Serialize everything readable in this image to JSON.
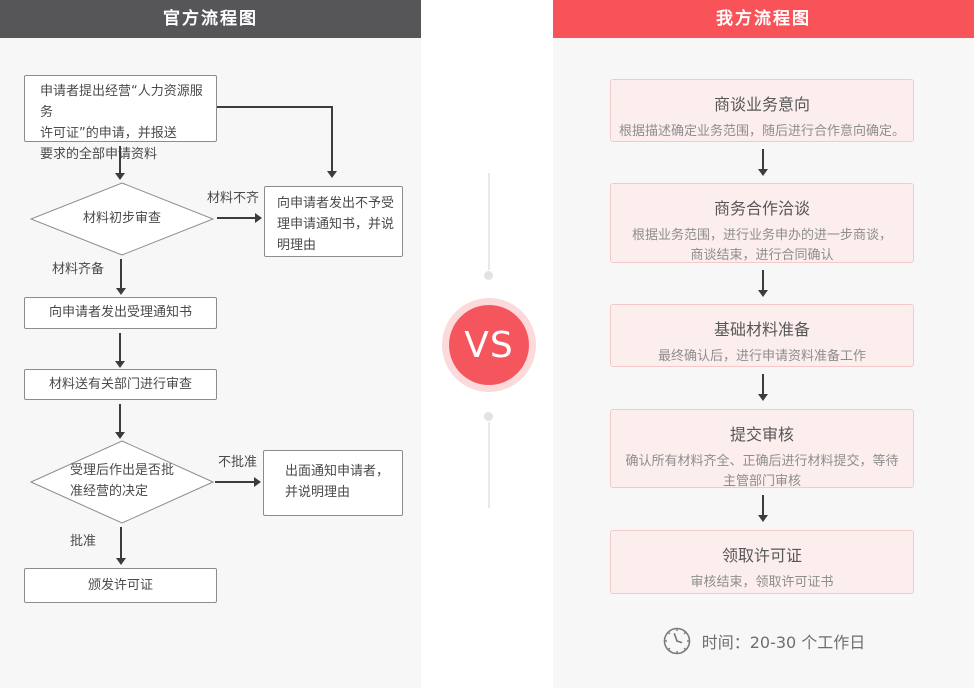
{
  "left_panel": {
    "title": "官方流程图",
    "nodes": {
      "start": "申请者提出经营“人力资源服务\n许可证”的申请，并报送\n要求的全部申请资料",
      "decision_initial": "材料初步审查",
      "reject_notice": "向申请者发出不予受\n理申请通知书，并说\n明理由",
      "accept_notice": "向申请者发出受理通知书",
      "dept_review": "材料送有关部门进行审查",
      "decision_approval": "受理后作出是否批\n准经营的决定",
      "deny_notice": "出面通知申请者，\n并说明理由",
      "issue_license": "颁发许可证"
    },
    "edge_labels": {
      "incomplete": "材料不齐",
      "complete": "材料齐备",
      "not_approved": "不批准",
      "approved": "批准"
    }
  },
  "divider": {
    "vs_label": "VS"
  },
  "right_panel": {
    "title": "我方流程图",
    "steps": [
      {
        "title": "商谈业务意向",
        "desc": "根据描述确定业务范围，随后进行合作意向确定。"
      },
      {
        "title": "商务合作洽谈",
        "desc": "根据业务范围，进行业务申办的进一步商谈，\n商谈结束，进行合同确认"
      },
      {
        "title": "基础材料准备",
        "desc": "最终确认后，进行申请资料准备工作"
      },
      {
        "title": "提交审核",
        "desc": "确认所有材料齐全、正确后进行材料提交，等待\n主管部门审核"
      },
      {
        "title": "领取许可证",
        "desc": "审核结束，领取许可证书"
      }
    ],
    "footer": {
      "time_text": "时间：20-30 个工作日",
      "icon": "clock-icon"
    }
  },
  "colors": {
    "header_dark": "#565659",
    "header_red": "#f85359",
    "panel_bg": "#f7f7f7",
    "step_bg": "#fdeeee",
    "step_border": "#f5c9c9",
    "vs_red": "#f5555c",
    "vs_ring": "#fcd9da",
    "arrow": "#3c3c3c"
  }
}
